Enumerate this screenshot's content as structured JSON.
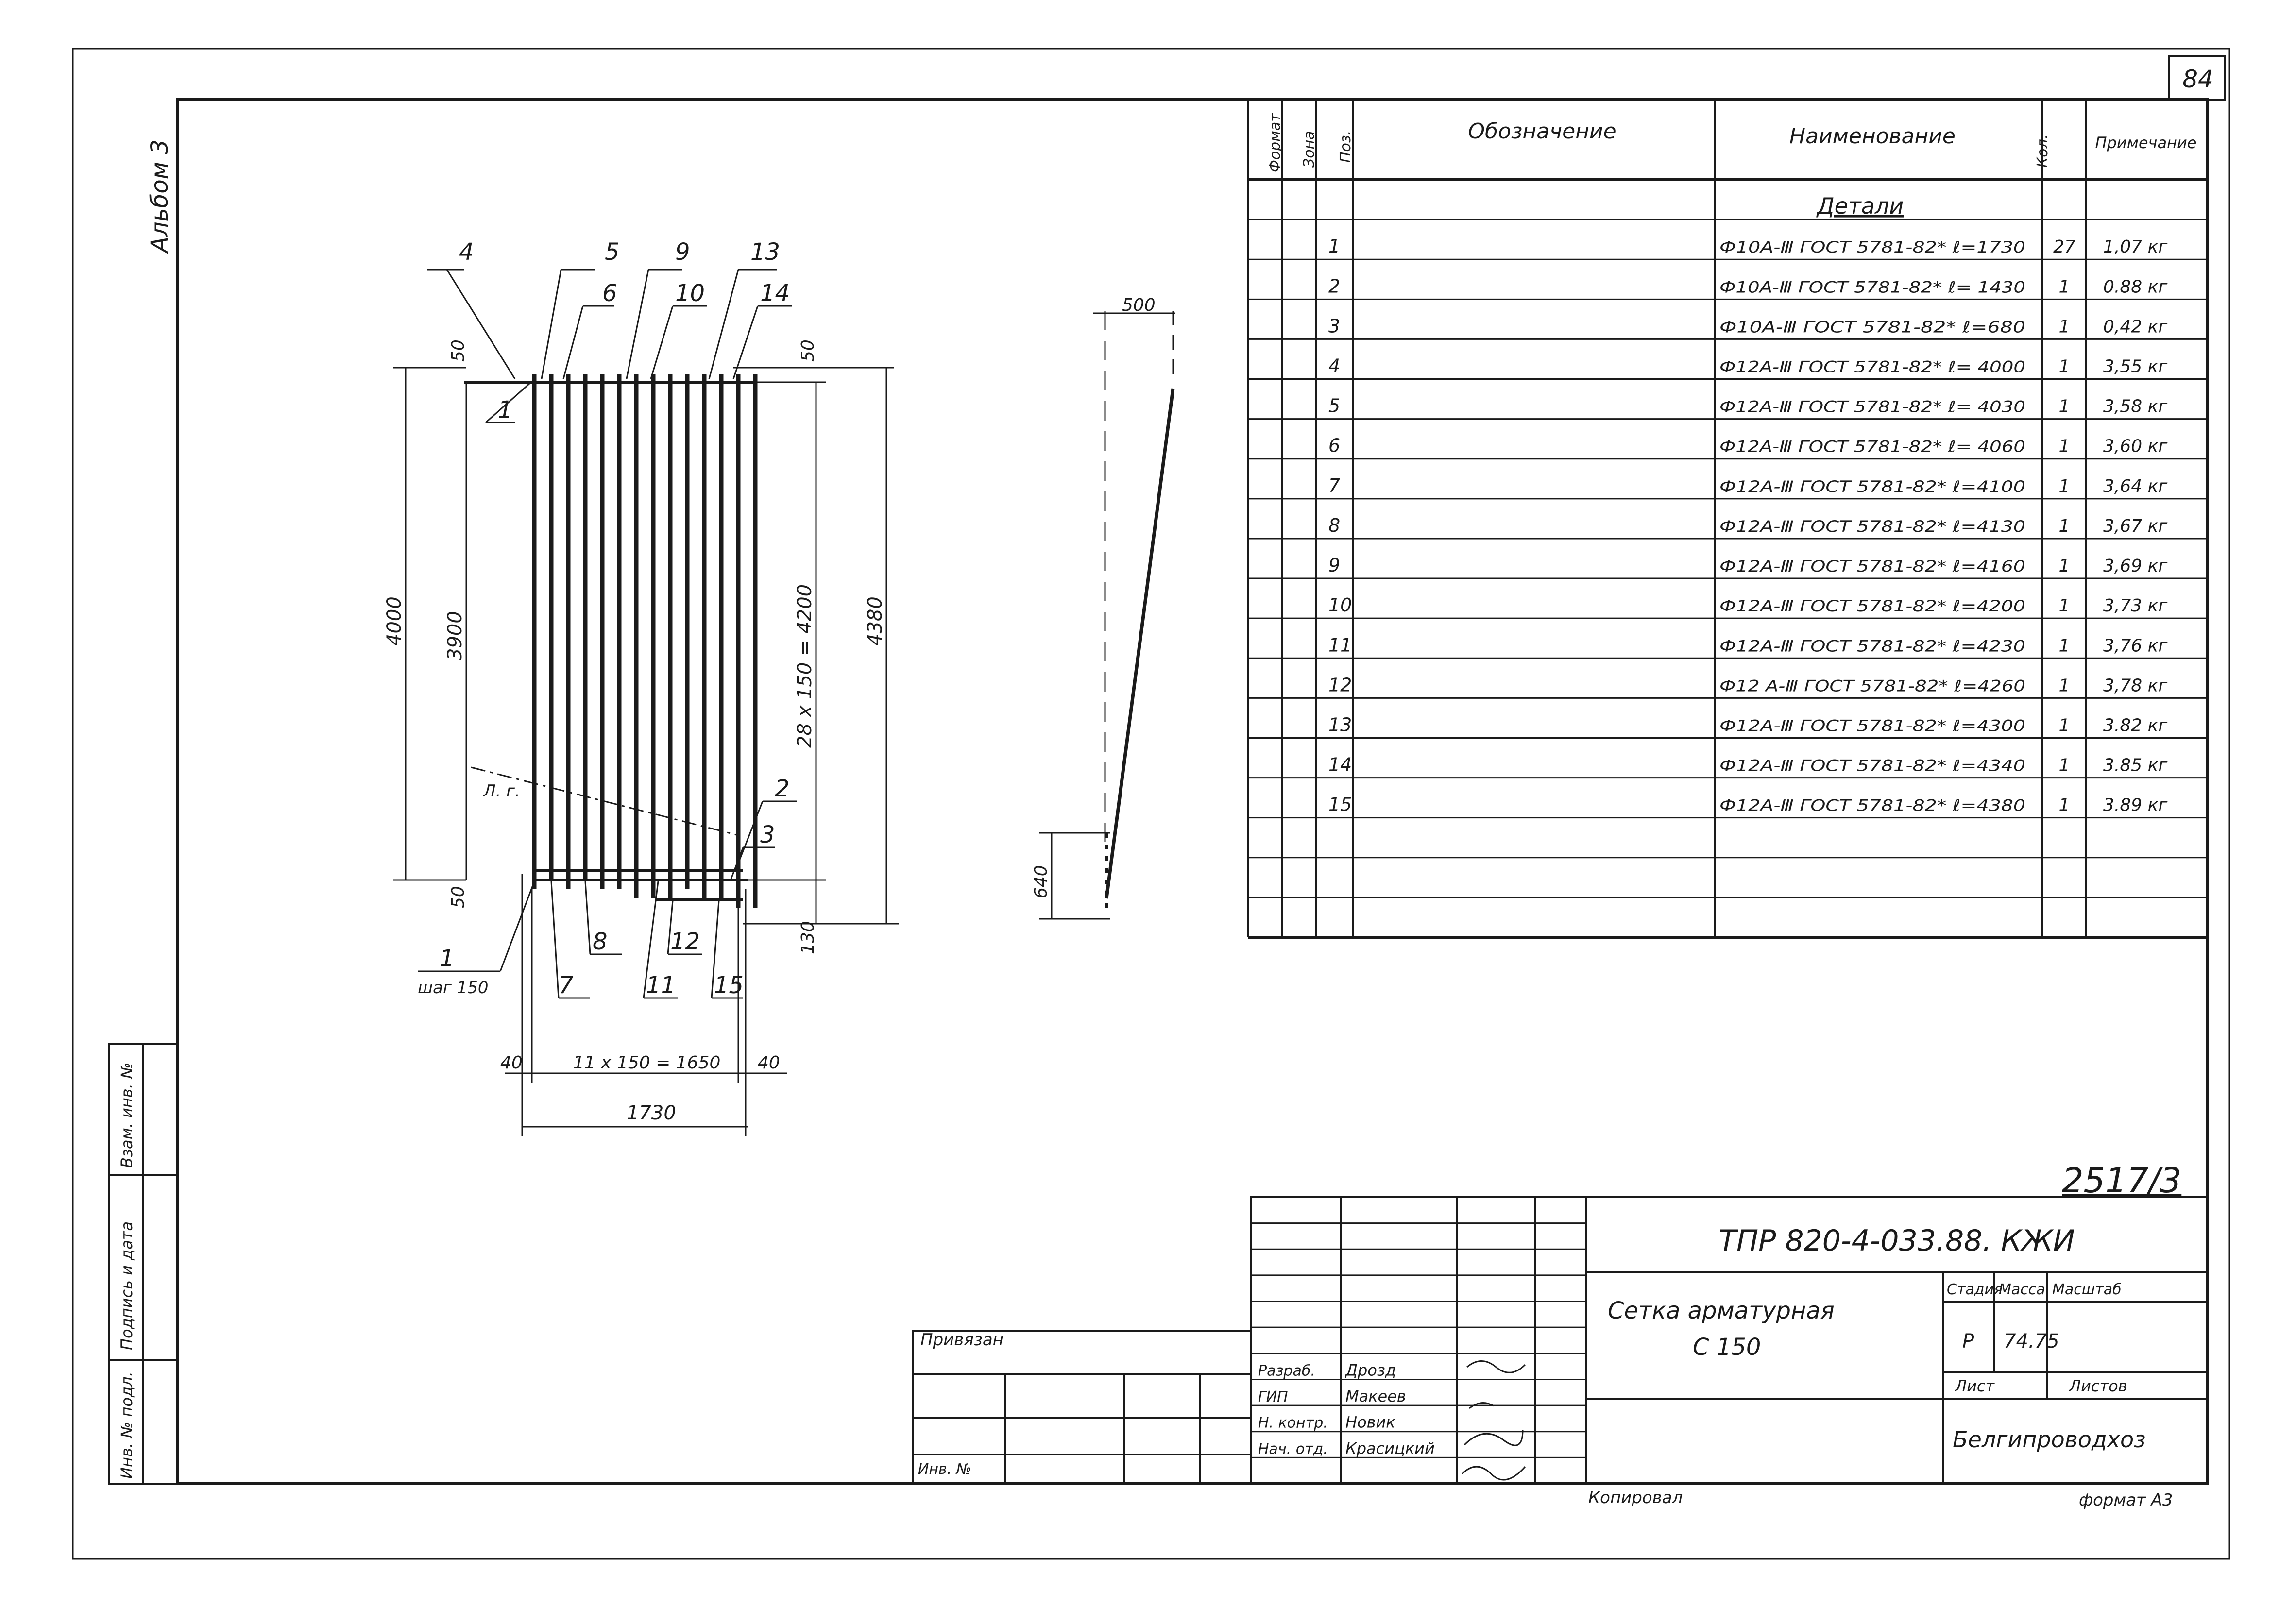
{
  "sheet": {
    "page_number": "84",
    "album": "Альбом 3",
    "sheet_code": "2517/3",
    "format": "формат А3",
    "copied": "Копировал"
  },
  "spec_table": {
    "headers": {
      "format": "Формат",
      "zone": "Зона",
      "pos": "Поз.",
      "designation": "Обозначение",
      "name": "Наименование",
      "qty": "Кол.",
      "note": "Примечание"
    },
    "section": "Детали",
    "rows": [
      {
        "pos": "1",
        "name": "Ф10А-Ⅲ ГОСТ 5781-82* ℓ=1730",
        "qty": "27",
        "note": "1,07 кг"
      },
      {
        "pos": "2",
        "name": "Ф10А-Ⅲ ГОСТ 5781-82* ℓ= 1430",
        "qty": "1",
        "note": "0.88 кг"
      },
      {
        "pos": "3",
        "name": "Ф10А-Ⅲ ГОСТ 5781-82* ℓ=680",
        "qty": "1",
        "note": "0,42 кг"
      },
      {
        "pos": "4",
        "name": "Ф12А-Ⅲ ГОСТ 5781-82* ℓ= 4000",
        "qty": "1",
        "note": "3,55 кг"
      },
      {
        "pos": "5",
        "name": "Ф12А-Ⅲ ГОСТ 5781-82* ℓ= 4030",
        "qty": "1",
        "note": "3,58 кг"
      },
      {
        "pos": "6",
        "name": "Ф12А-Ⅲ ГОСТ 5781-82* ℓ= 4060",
        "qty": "1",
        "note": "3,60 кг"
      },
      {
        "pos": "7",
        "name": "Ф12А-Ⅲ ГОСТ 5781-82* ℓ=4100",
        "qty": "1",
        "note": "3,64 кг"
      },
      {
        "pos": "8",
        "name": "Ф12А-Ⅲ ГОСТ 5781-82* ℓ=4130",
        "qty": "1",
        "note": "3,67 кг"
      },
      {
        "pos": "9",
        "name": "Ф12А-Ⅲ ГОСТ 5781-82* ℓ=4160",
        "qty": "1",
        "note": "3,69 кг"
      },
      {
        "pos": "10",
        "name": "Ф12А-Ⅲ ГОСТ 5781-82* ℓ=4200",
        "qty": "1",
        "note": "3,73 кг"
      },
      {
        "pos": "11",
        "name": "Ф12А-Ⅲ ГОСТ 5781-82* ℓ=4230",
        "qty": "1",
        "note": "3,76 кг"
      },
      {
        "pos": "12",
        "name": "Ф12 А-Ⅲ ГОСТ 5781-82* ℓ=4260",
        "qty": "1",
        "note": "3,78 кг"
      },
      {
        "pos": "13",
        "name": "Ф12А-Ⅲ ГОСТ 5781-82* ℓ=4300",
        "qty": "1",
        "note": "3.82 кг"
      },
      {
        "pos": "14",
        "name": "Ф12А-Ⅲ ГОСТ 5781-82* ℓ=4340",
        "qty": "1",
        "note": "3.85 кг"
      },
      {
        "pos": "15",
        "name": "Ф12А-Ⅲ ГОСТ 5781-82* ℓ=4380",
        "qty": "1",
        "note": "3.89 кг"
      }
    ]
  },
  "drawing": {
    "callouts": [
      "4",
      "5",
      "9",
      "13",
      "6",
      "10",
      "14",
      "1",
      "2",
      "3",
      "1",
      "7",
      "8",
      "11",
      "12",
      "15"
    ],
    "dims": {
      "d50_top_left": "50",
      "d50_top_right": "50",
      "d4000": "4000",
      "d3900": "3900",
      "d_28x150": "28 x 150 = 4200",
      "d4380": "4380",
      "d50_bottom": "50",
      "d130": "130",
      "d40_left": "40",
      "d_11x150": "11 x 150 = 1650",
      "d40_right": "40",
      "d1730": "1730",
      "d500": "500",
      "d640": "640"
    },
    "step_label": "шаг 150",
    "lg_label": "Л. г."
  },
  "left_strip": {
    "inv_orig": "Инв. № подл.",
    "sign_date": "Подпись и дата",
    "inv_replace": "Взам. инв. №"
  },
  "title_block": {
    "doc_code": "ТПР 820-4-033.88. КЖИ",
    "title_line1": "Сетка арматурная",
    "title_line2": "С 150",
    "stage_label": "Стадия",
    "mass_label": "Масса",
    "scale_label": "Масштаб",
    "stage": "Р",
    "mass": "74.75",
    "sheet_label": "Лист",
    "sheets_label": "Листов",
    "org": "Белгипроводхоз",
    "linked": "Привязан",
    "inv_no": "Инв. №",
    "roles": [
      {
        "role": "Разраб.",
        "name": "Дрозд"
      },
      {
        "role": "ГИП",
        "name": "Макеев"
      },
      {
        "role": "Н. контр.",
        "name": "Новик"
      },
      {
        "role": "Нач. отд.",
        "name": "Красицкий"
      }
    ]
  }
}
